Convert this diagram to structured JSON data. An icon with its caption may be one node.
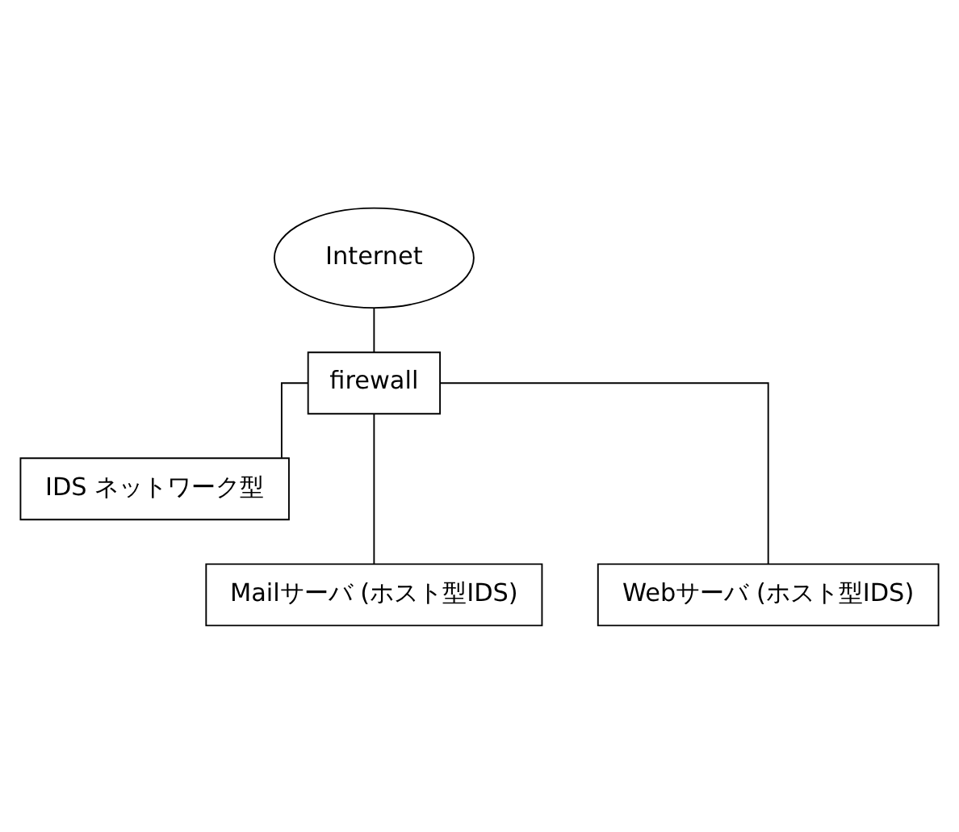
{
  "diagram": {
    "nodes": [
      {
        "text": [
          "Internet"
        ]
      },
      {
        "text": [
          "firewall"
        ]
      },
      {
        "text": [
          "IDS ネットワーク型"
        ]
      },
      {
        "text": [
          "Mailサーバ (ホスト型IDS)"
        ]
      },
      {
        "text": [
          "Webサーバ (ホスト型IDS)"
        ]
      }
    ],
    "edges": [
      {
        "from": 0,
        "to": 1,
        "arrow": "none"
      },
      {
        "from": 1,
        "to": 2,
        "arrow": "none"
      },
      {
        "from": 1,
        "to": 3,
        "arrow": "none"
      },
      {
        "from": 1,
        "to": 4,
        "arrow": "none"
      }
    ]
  }
}
